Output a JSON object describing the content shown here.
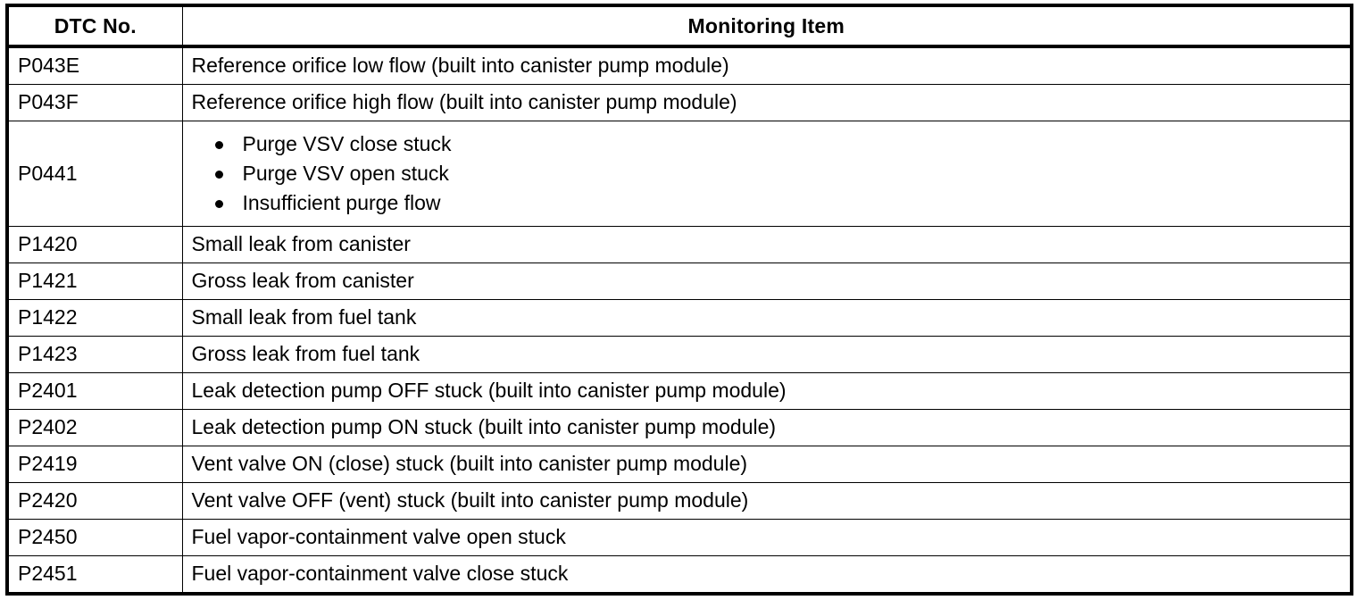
{
  "table": {
    "headers": {
      "dtc": "DTC No.",
      "item": "Monitoring Item"
    },
    "rows": [
      {
        "dtc": "P043E",
        "item": "Reference orifice low flow (built into canister pump module)",
        "bullets": null
      },
      {
        "dtc": "P043F",
        "item": "Reference orifice high flow (built into canister pump module)",
        "bullets": null
      },
      {
        "dtc": "P0441",
        "item": null,
        "bullets": [
          "Purge VSV close stuck",
          "Purge VSV open stuck",
          "Insufficient purge flow"
        ]
      },
      {
        "dtc": "P1420",
        "item": "Small leak from canister",
        "bullets": null
      },
      {
        "dtc": "P1421",
        "item": "Gross leak from canister",
        "bullets": null
      },
      {
        "dtc": "P1422",
        "item": "Small leak from fuel tank",
        "bullets": null
      },
      {
        "dtc": "P1423",
        "item": "Gross leak from fuel tank",
        "bullets": null
      },
      {
        "dtc": "P2401",
        "item": "Leak detection pump OFF stuck (built into canister pump module)",
        "bullets": null
      },
      {
        "dtc": "P2402",
        "item": "Leak detection pump ON stuck (built into canister pump module)",
        "bullets": null
      },
      {
        "dtc": "P2419",
        "item": "Vent valve ON (close) stuck (built into canister pump module)",
        "bullets": null
      },
      {
        "dtc": "P2420",
        "item": "Vent valve OFF (vent) stuck (built into canister pump module)",
        "bullets": null
      },
      {
        "dtc": "P2450",
        "item": "Fuel vapor-containment valve open stuck",
        "bullets": null
      },
      {
        "dtc": "P2451",
        "item": "Fuel vapor-containment valve close stuck",
        "bullets": null
      }
    ]
  },
  "colors": {
    "text": "#000000",
    "background": "#ffffff",
    "border": "#000000"
  }
}
